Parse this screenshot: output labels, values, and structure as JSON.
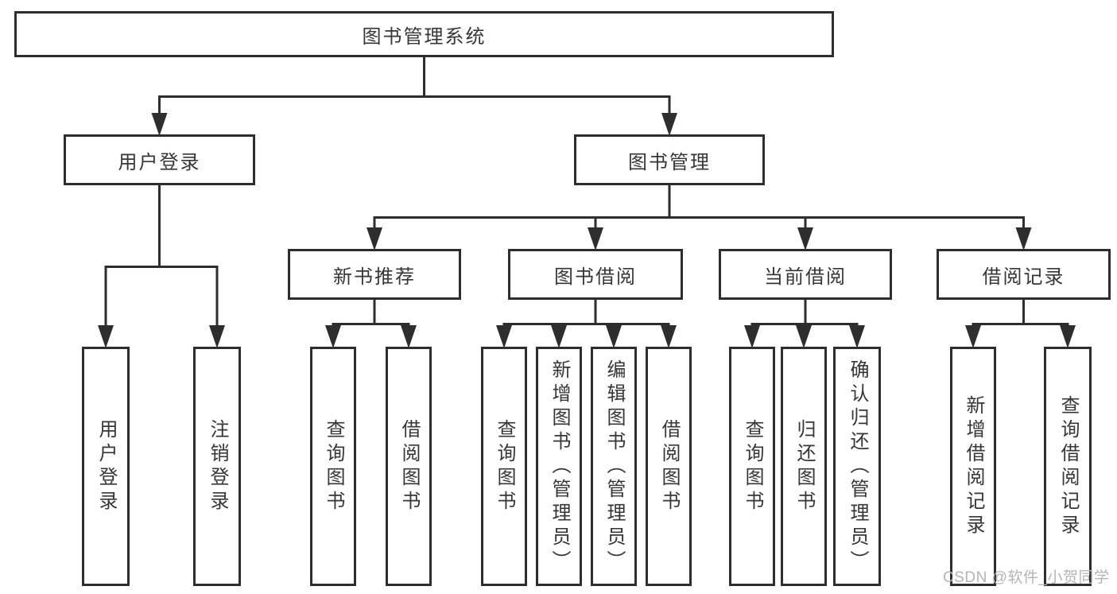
{
  "colors": {
    "line": "#2e2e2e",
    "text": "#363636",
    "background": "#ffffff",
    "watermark_color": "#b4b4b4"
  },
  "watermark": {
    "text": "CSDN @软件_小贺同学"
  },
  "diagram": {
    "tree": {
      "id": "root",
      "label": "图书管理系统",
      "children": [
        {
          "id": "user-login",
          "label": "用户登录",
          "children": [
            {
              "id": "login",
              "label": "用户登录"
            },
            {
              "id": "logout",
              "label": "注销登录"
            }
          ]
        },
        {
          "id": "book-mgmt",
          "label": "图书管理",
          "children": [
            {
              "id": "new-book-recommend",
              "label": "新书推荐",
              "children": [
                {
                  "id": "nbr-query-book",
                  "label": "查询图书"
                },
                {
                  "id": "nbr-borrow-book",
                  "label": "借阅图书"
                }
              ]
            },
            {
              "id": "book-borrow",
              "label": "图书借阅",
              "children": [
                {
                  "id": "bb-query-book",
                  "label": "查询图书"
                },
                {
                  "id": "bb-add-book",
                  "label": "新增图书（管理员）"
                },
                {
                  "id": "bb-edit-book",
                  "label": "编辑图书（管理员）"
                },
                {
                  "id": "bb-borrow-book",
                  "label": "借阅图书"
                }
              ]
            },
            {
              "id": "current-borrow",
              "label": "当前借阅",
              "children": [
                {
                  "id": "cb-query-book",
                  "label": "查询图书"
                },
                {
                  "id": "cb-return-book",
                  "label": "归还图书"
                },
                {
                  "id": "cb-confirm-return",
                  "label": "确认归还（管理员）"
                }
              ]
            },
            {
              "id": "borrow-records",
              "label": "借阅记录",
              "children": [
                {
                  "id": "br-add-record",
                  "label": "新增借阅记录"
                },
                {
                  "id": "br-query-record",
                  "label": "查询借阅记录"
                }
              ]
            }
          ]
        }
      ]
    }
  }
}
